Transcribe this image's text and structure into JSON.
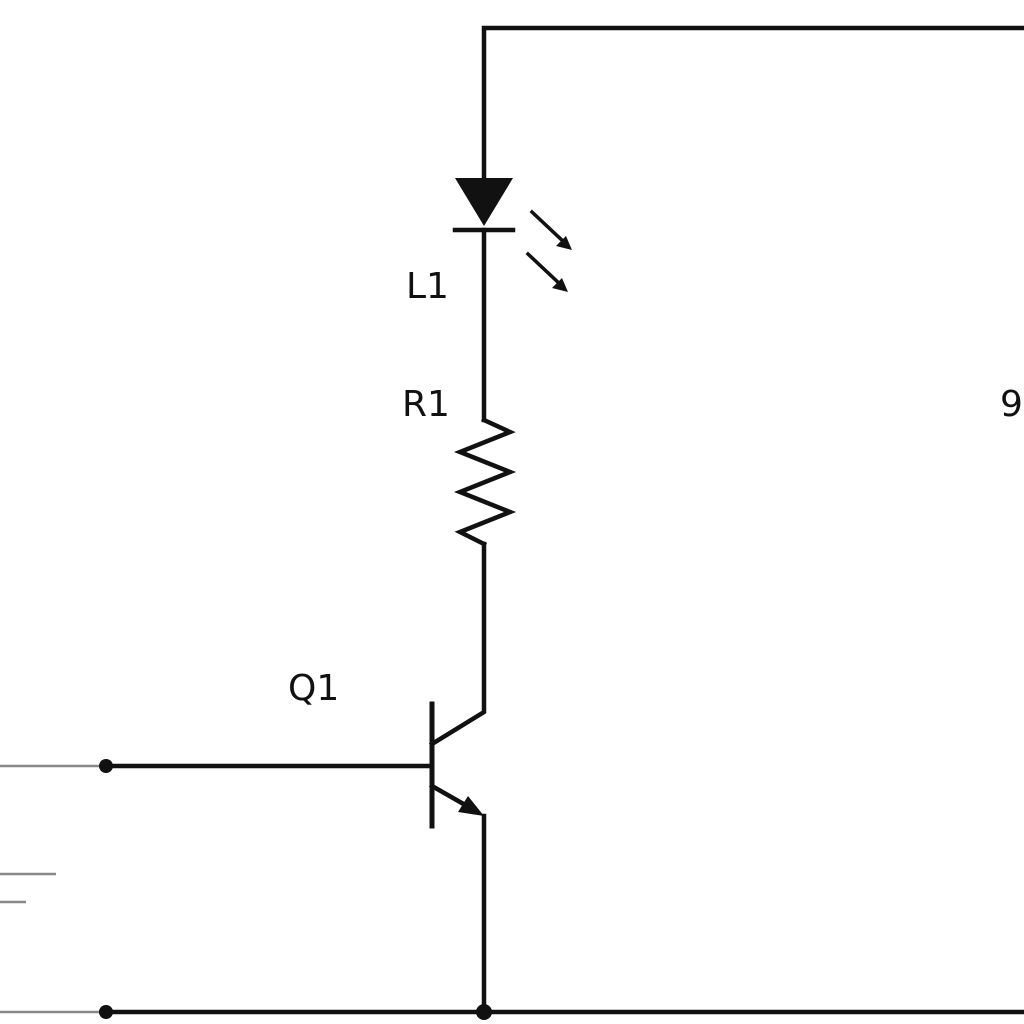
{
  "diagram": {
    "type": "circuit-schematic",
    "labels": {
      "led": "L1",
      "resistor": "R1",
      "transistor": "Q1",
      "supply_partial": "9"
    },
    "components": [
      {
        "id": "L1",
        "kind": "led",
        "icon": "led-icon"
      },
      {
        "id": "R1",
        "kind": "resistor",
        "icon": "resistor-icon"
      },
      {
        "id": "Q1",
        "kind": "npn-transistor",
        "icon": "npn-transistor-icon"
      }
    ],
    "colors": {
      "wire": "#111111",
      "lead": "#888888",
      "background": "#ffffff"
    }
  }
}
